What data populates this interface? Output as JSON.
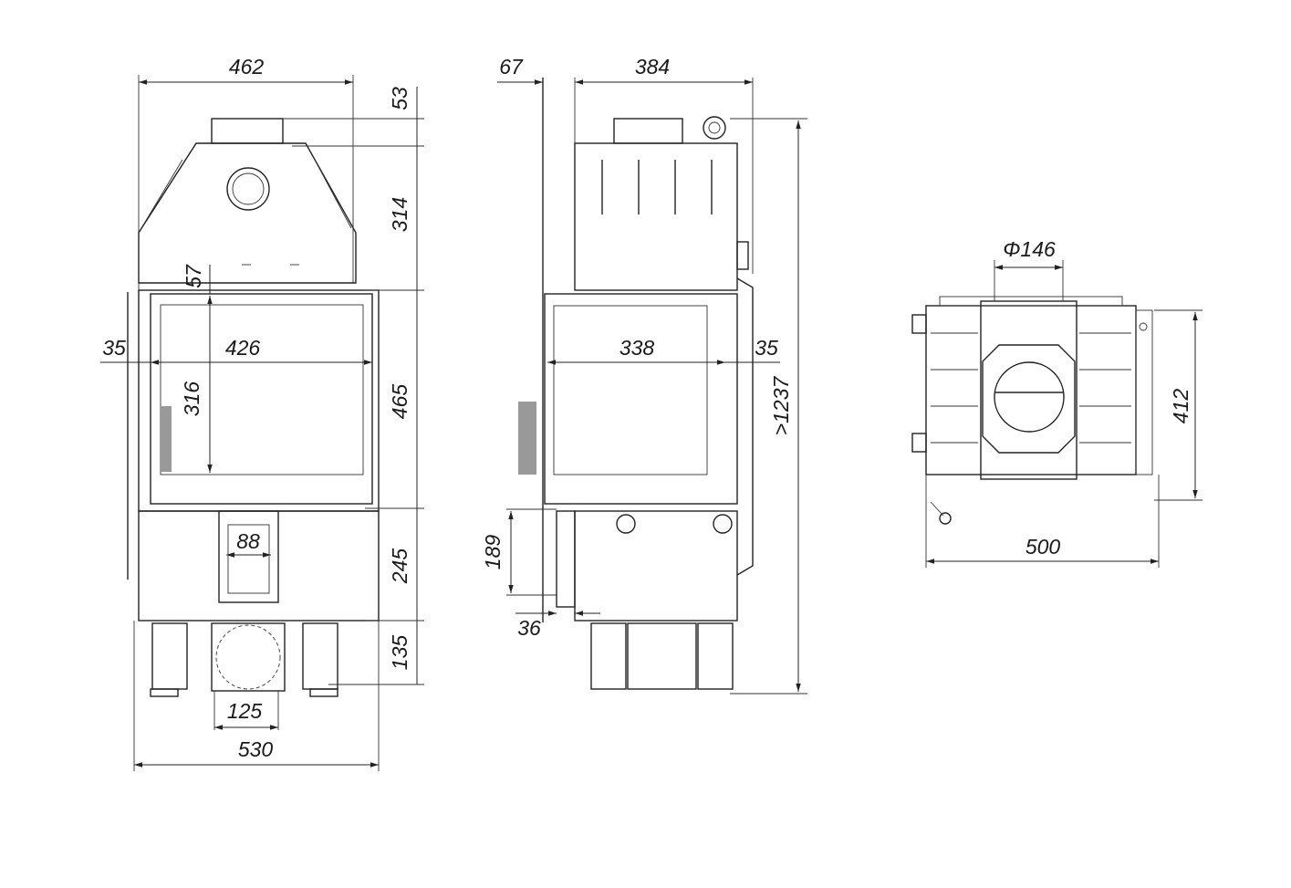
{
  "front_view": {
    "overall_width": "462",
    "collar_height": "53",
    "hood_height": "314",
    "door_top_offset": "57",
    "side_offset": "35",
    "glass_width": "426",
    "glass_height": "316",
    "door_height": "465",
    "ash_duct_width": "88",
    "base_height": "245",
    "leg_height": "135",
    "air_inlet_width": "125",
    "base_width": "530"
  },
  "side_view": {
    "rear_offset": "67",
    "top_depth": "384",
    "glass_width": "338",
    "side_offset": "35",
    "overall_height": ">1237",
    "inlet_height": "189",
    "inlet_offset": "36"
  },
  "top_view": {
    "flue_diameter": "Φ146",
    "depth": "412",
    "width": "500"
  }
}
